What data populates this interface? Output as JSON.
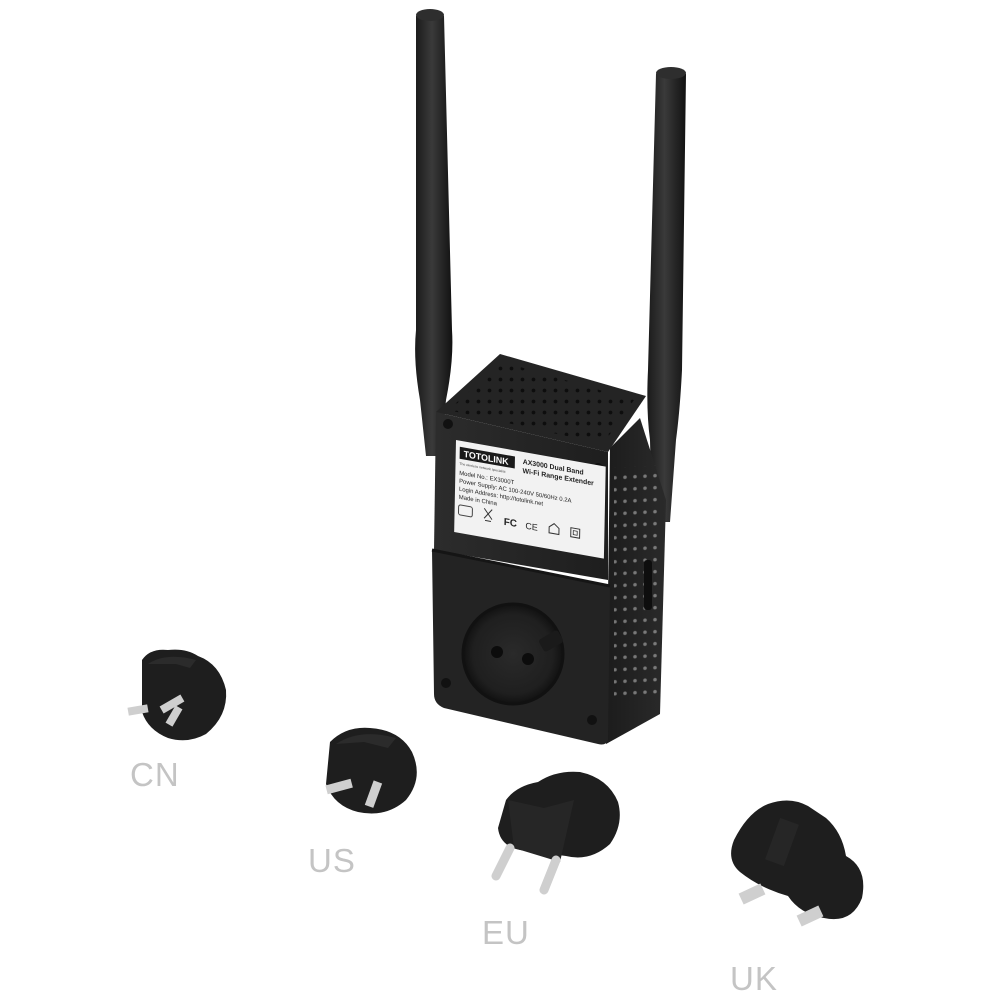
{
  "product": {
    "brand_mark": "TOTOLINK",
    "tagline": "The wireless network specialist",
    "title_line1": "AX3000 Dual Band",
    "title_line2": "Wi-Fi Range Extender",
    "model": "Model No.: EX3000T",
    "power": "Power Supply: AC 100-240V 50/60Hz 0.2A",
    "login": "Login Address: http://totolink.net",
    "origin": "Made in China",
    "cert_fc": "FC",
    "cert_ce": "CE"
  },
  "plugs": {
    "cn": "CN",
    "us": "US",
    "eu": "EU",
    "uk": "UK"
  }
}
